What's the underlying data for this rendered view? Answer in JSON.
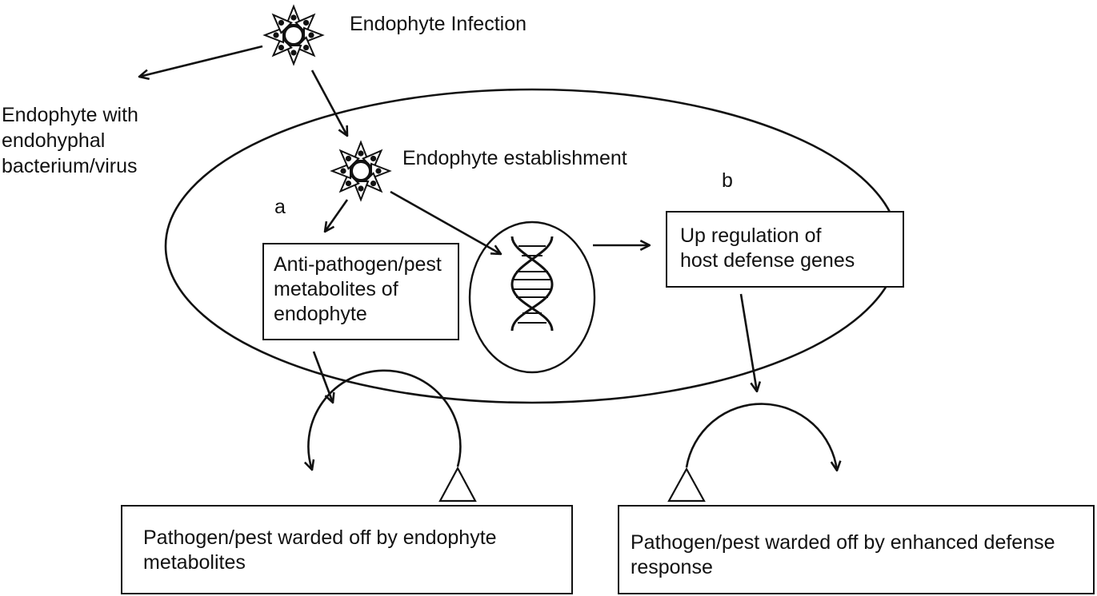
{
  "labels": {
    "infection": "Endophyte Infection",
    "endohyphal_line1": "Endophyte with",
    "endohyphal_line2": "endohyphal",
    "endohyphal_line3": "bacterium/virus",
    "establishment": "Endophyte establishment",
    "path_a": "a",
    "path_b": "b"
  },
  "boxes": {
    "metabolites": {
      "line1": "Anti-pathogen/pest",
      "line2": "metabolites of",
      "line3": "endophyte"
    },
    "upregulation": {
      "line1": "Up regulation of",
      "line2": "host defense genes"
    },
    "warded_metabolites": {
      "line1": "Pathogen/pest warded off by endophyte",
      "line2": "metabolites"
    },
    "warded_defense": {
      "line1": "Pathogen/pest warded off by enhanced defense",
      "line2": "response"
    }
  },
  "colors": {
    "stroke": "#111111",
    "background": "#ffffff"
  },
  "icons": {
    "endophyte": "endophyte-flower-icon",
    "dna": "dna-helix-icon",
    "deflect": "curved-deflect-arrow-icon"
  }
}
